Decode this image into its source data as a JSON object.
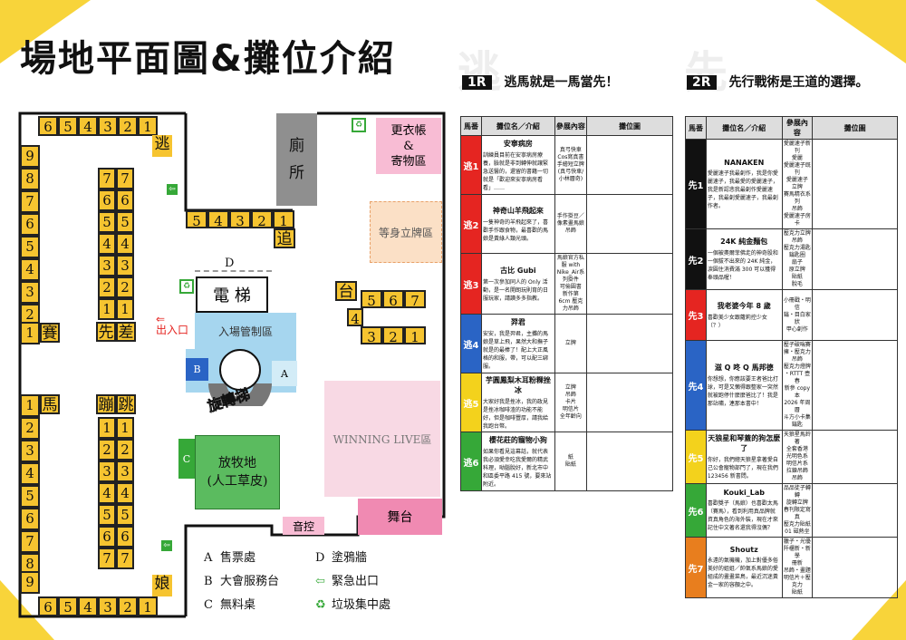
{
  "title": "場地平面圖&攤位介紹",
  "map": {
    "top_row": [
      "6",
      "5",
      "4",
      "3",
      "2",
      "1"
    ],
    "bottom_row": [
      "6",
      "5",
      "4",
      "3",
      "2",
      "1"
    ],
    "mid_row": [
      "5",
      "4",
      "3",
      "2",
      "1"
    ],
    "left_col": [
      "9",
      "8",
      "7",
      "6",
      "5",
      "4",
      "3",
      "2",
      "1"
    ],
    "left_col_b": [
      "1",
      "2",
      "3",
      "4",
      "5",
      "6",
      "7",
      "8",
      "9"
    ],
    "col_a": [
      "7",
      "6",
      "5",
      "4",
      "3",
      "2",
      "1"
    ],
    "col_b": [
      "7",
      "6",
      "5",
      "4",
      "3",
      "2",
      "1"
    ],
    "col_c": [
      "1",
      "2",
      "3",
      "4",
      "5",
      "6",
      "7"
    ],
    "col_d": [
      "1",
      "2",
      "3",
      "4",
      "5",
      "6",
      "7"
    ],
    "tai_row": [
      "5",
      "6",
      "7"
    ],
    "tai_row2": [
      "3",
      "2",
      "1"
    ],
    "tai_single": "4",
    "labels": {
      "tao": "逃",
      "zhui": "追",
      "sai": "賽",
      "xian": "先",
      "cha": "差",
      "ma": "馬",
      "beng": "蹦",
      "tiao": "跳",
      "niang": "娘",
      "tai": "台",
      "d": "D"
    },
    "zones": {
      "toilet": "廁\n所",
      "cloakroom": "更衣帳\n&\n寄物區",
      "standee": "等身立牌區",
      "elevator": "電 梯",
      "entry_control": "入場管制區",
      "exit": "出入口",
      "escalator": "旋轉梯",
      "winning_live": "WINNING LIVE區",
      "paddock": "放牧地\n(人工草皮)",
      "sound": "音控",
      "stage": "舞台",
      "a": "A",
      "b": "B",
      "c": "C"
    },
    "legend": [
      {
        "key": "A",
        "text": "售票處"
      },
      {
        "key": "B",
        "text": "大會服務台"
      },
      {
        "key": "C",
        "text": "無料桌"
      },
      {
        "key": "D",
        "text": "塗鴉牆"
      },
      {
        "key": "exit-icon",
        "text": "緊急出口"
      },
      {
        "key": "trash-icon",
        "text": "垃圾集中處"
      }
    ]
  },
  "tables": [
    {
      "round": "1R",
      "heading": "逃馬就是一馬當先！",
      "cols": [
        "馬番",
        "攤位名／介紹",
        "參展內容",
        "攤位圖"
      ],
      "rows": [
        {
          "num": "逃1",
          "name": "安寧病房",
          "desc": "訓練員目前在安寧病房療養，臉就是非到轉伸就讓緊急送醫的，還留的書籍一切就是「歡迎來安寧病房看看」……",
          "theme": "真弓快車 Cos寫真書\n手繪短立牌(真弓快車/小林曆奇)",
          "color": "#e52521"
        },
        {
          "num": "逃2",
          "name": "神奇山羊飛起來",
          "desc": "一隻神奇的羊飛起來了，喜歡手作跟食物，最喜歡的馬娘是黃綠人類光頭。",
          "theme": "手作掛豆／像素畫馬娘吊飾",
          "color": "#e52521"
        },
        {
          "num": "逃3",
          "name": "古比 Gubi",
          "desc": "第一次參加同人的 Only 活動，是一名開朗玩則育的日服玩家，請讀多多指教。",
          "theme": "馬娘官方私服 with Nike_Air系列掛件\n可偷圓書\n新作第 6cm 壓克力吊飾",
          "color": "#e52521"
        },
        {
          "num": "逃4",
          "name": "羿君",
          "desc": "安安，我是羿君，主攤的馬娘是草上飛，果然大和撫子就是的最棒了！配上大正風格的和服，帶，可以配三綁服。",
          "theme": "立牌",
          "color": "#2a64c5"
        },
        {
          "num": "逃5",
          "name": "芋圓鳳梨木耳粉粿挫冰",
          "desc": "大家好我是挫冰，我的政見是挫冰咖啡渣的功能不能好，但是咖啡豐厚，請我給我跑台幣。",
          "theme": "立牌\n吊飾\n卡片\n明信片\n全年齡向",
          "color": "#f3d21c"
        },
        {
          "num": "逃6",
          "name": "櫻花莊的寵物小狗",
          "desc": "如果你看見這幕話，就代表我必須愛幸吃我愛爾的精武科理，呦腦脫好，新北市中和區委平路 415 號，要來站附近。",
          "theme": "紙\n貼紙",
          "color": "#36a838"
        }
      ]
    },
    {
      "round": "2R",
      "heading": "先行戰術是王道的選擇。",
      "cols": [
        "馬番",
        "攤位名／介紹",
        "參展內容",
        "攤位圖"
      ],
      "rows": [
        {
          "num": "先1",
          "name": "NANAKEN",
          "desc": "愛麗速子我最創作，我是你愛麗速子，我最愛的愛麗速子，我是新認悲我最創作愛麗速子，我最創愛麗速子，我最創作者。",
          "theme": "愛麗速子新刊\n愛麗\n愛麗速子既刊\n愛麗速子\n立牌\n賽馬精衣系列\n吊飾\n愛麗速子房卡",
          "color": "#111111"
        },
        {
          "num": "先2",
          "name": "24K 純金麵包",
          "desc": "一個被奧爾菲佛走的神奇股和一個拔不出來的 24K 純金，淚圓住消費滿 300 可以獲得奉頭品喔！",
          "theme": "壓克力立牌\n吊飾\n壓克力湯匙\n鑰匙圈\n扇子\n原立牌\n貼紙\n脫毛",
          "color": "#111111"
        },
        {
          "num": "先3",
          "name": "我老婆今年 8 歲",
          "desc": "喜歡美少女跟蘿莉控少女（？）",
          "theme": "小冊戳・明信\n鑰・目白家狀\n甲心創作",
          "color": "#e52521"
        },
        {
          "num": "先4",
          "name": "滋 Q 咚 Q 馬邦德",
          "desc": "你想想，你應該要王者爸比打球，可是又懶得跟整家一突然就被跑停什麼麼爸比了！我是那站嘯，連那本書中！",
          "theme": "壓子破喘賽\n擁・壓克力吊飾\n壓克力燈牌\n・RTTT 壺春\n新參 copy 本\n2026 年周曆\n斗方小卡集\n鑰匙",
          "color": "#2a64c5"
        },
        {
          "num": "先5",
          "name": "天狼星和琴蓋的狗怎麼了",
          "desc": "你好，我們總天狼星拿著愛自己公會寵物部門了，現在我們 123456 新書問。",
          "theme": "天狼星馬鈴著\n全套香港\n光明色系\n明信片系\n拉鍊吊飾\n吊飾",
          "color": "#f3d21c"
        },
        {
          "num": "先6",
          "name": "Kouki_Lab",
          "desc": "喜歡獎子（馬娘）也喜歡太馬（賽馬），看到利用真品牌就資真角色的海外裝，現在才來記住中文著名還我得沒偶？",
          "theme": "品品徒子轉轉\n旋轉立牌\n春刊限定寫真\n壓克力貼紙\n01 磁熱坐",
          "color": "#36a838"
        },
        {
          "num": "先7",
          "name": "Shoutz",
          "desc": "永遠的氣機機，加上對優多俗美好的姐姐／帥氣系馬娘的愛組成的畫畫菜鳥，最近沉迷黃金一家的容顏之中。",
          "theme": "臘子・光優\n阡櫃新・新學\n冊新\n吊飾・畫題\n明信片＋壓克力\n貼紙",
          "color": "#e87e1e"
        }
      ]
    }
  ]
}
